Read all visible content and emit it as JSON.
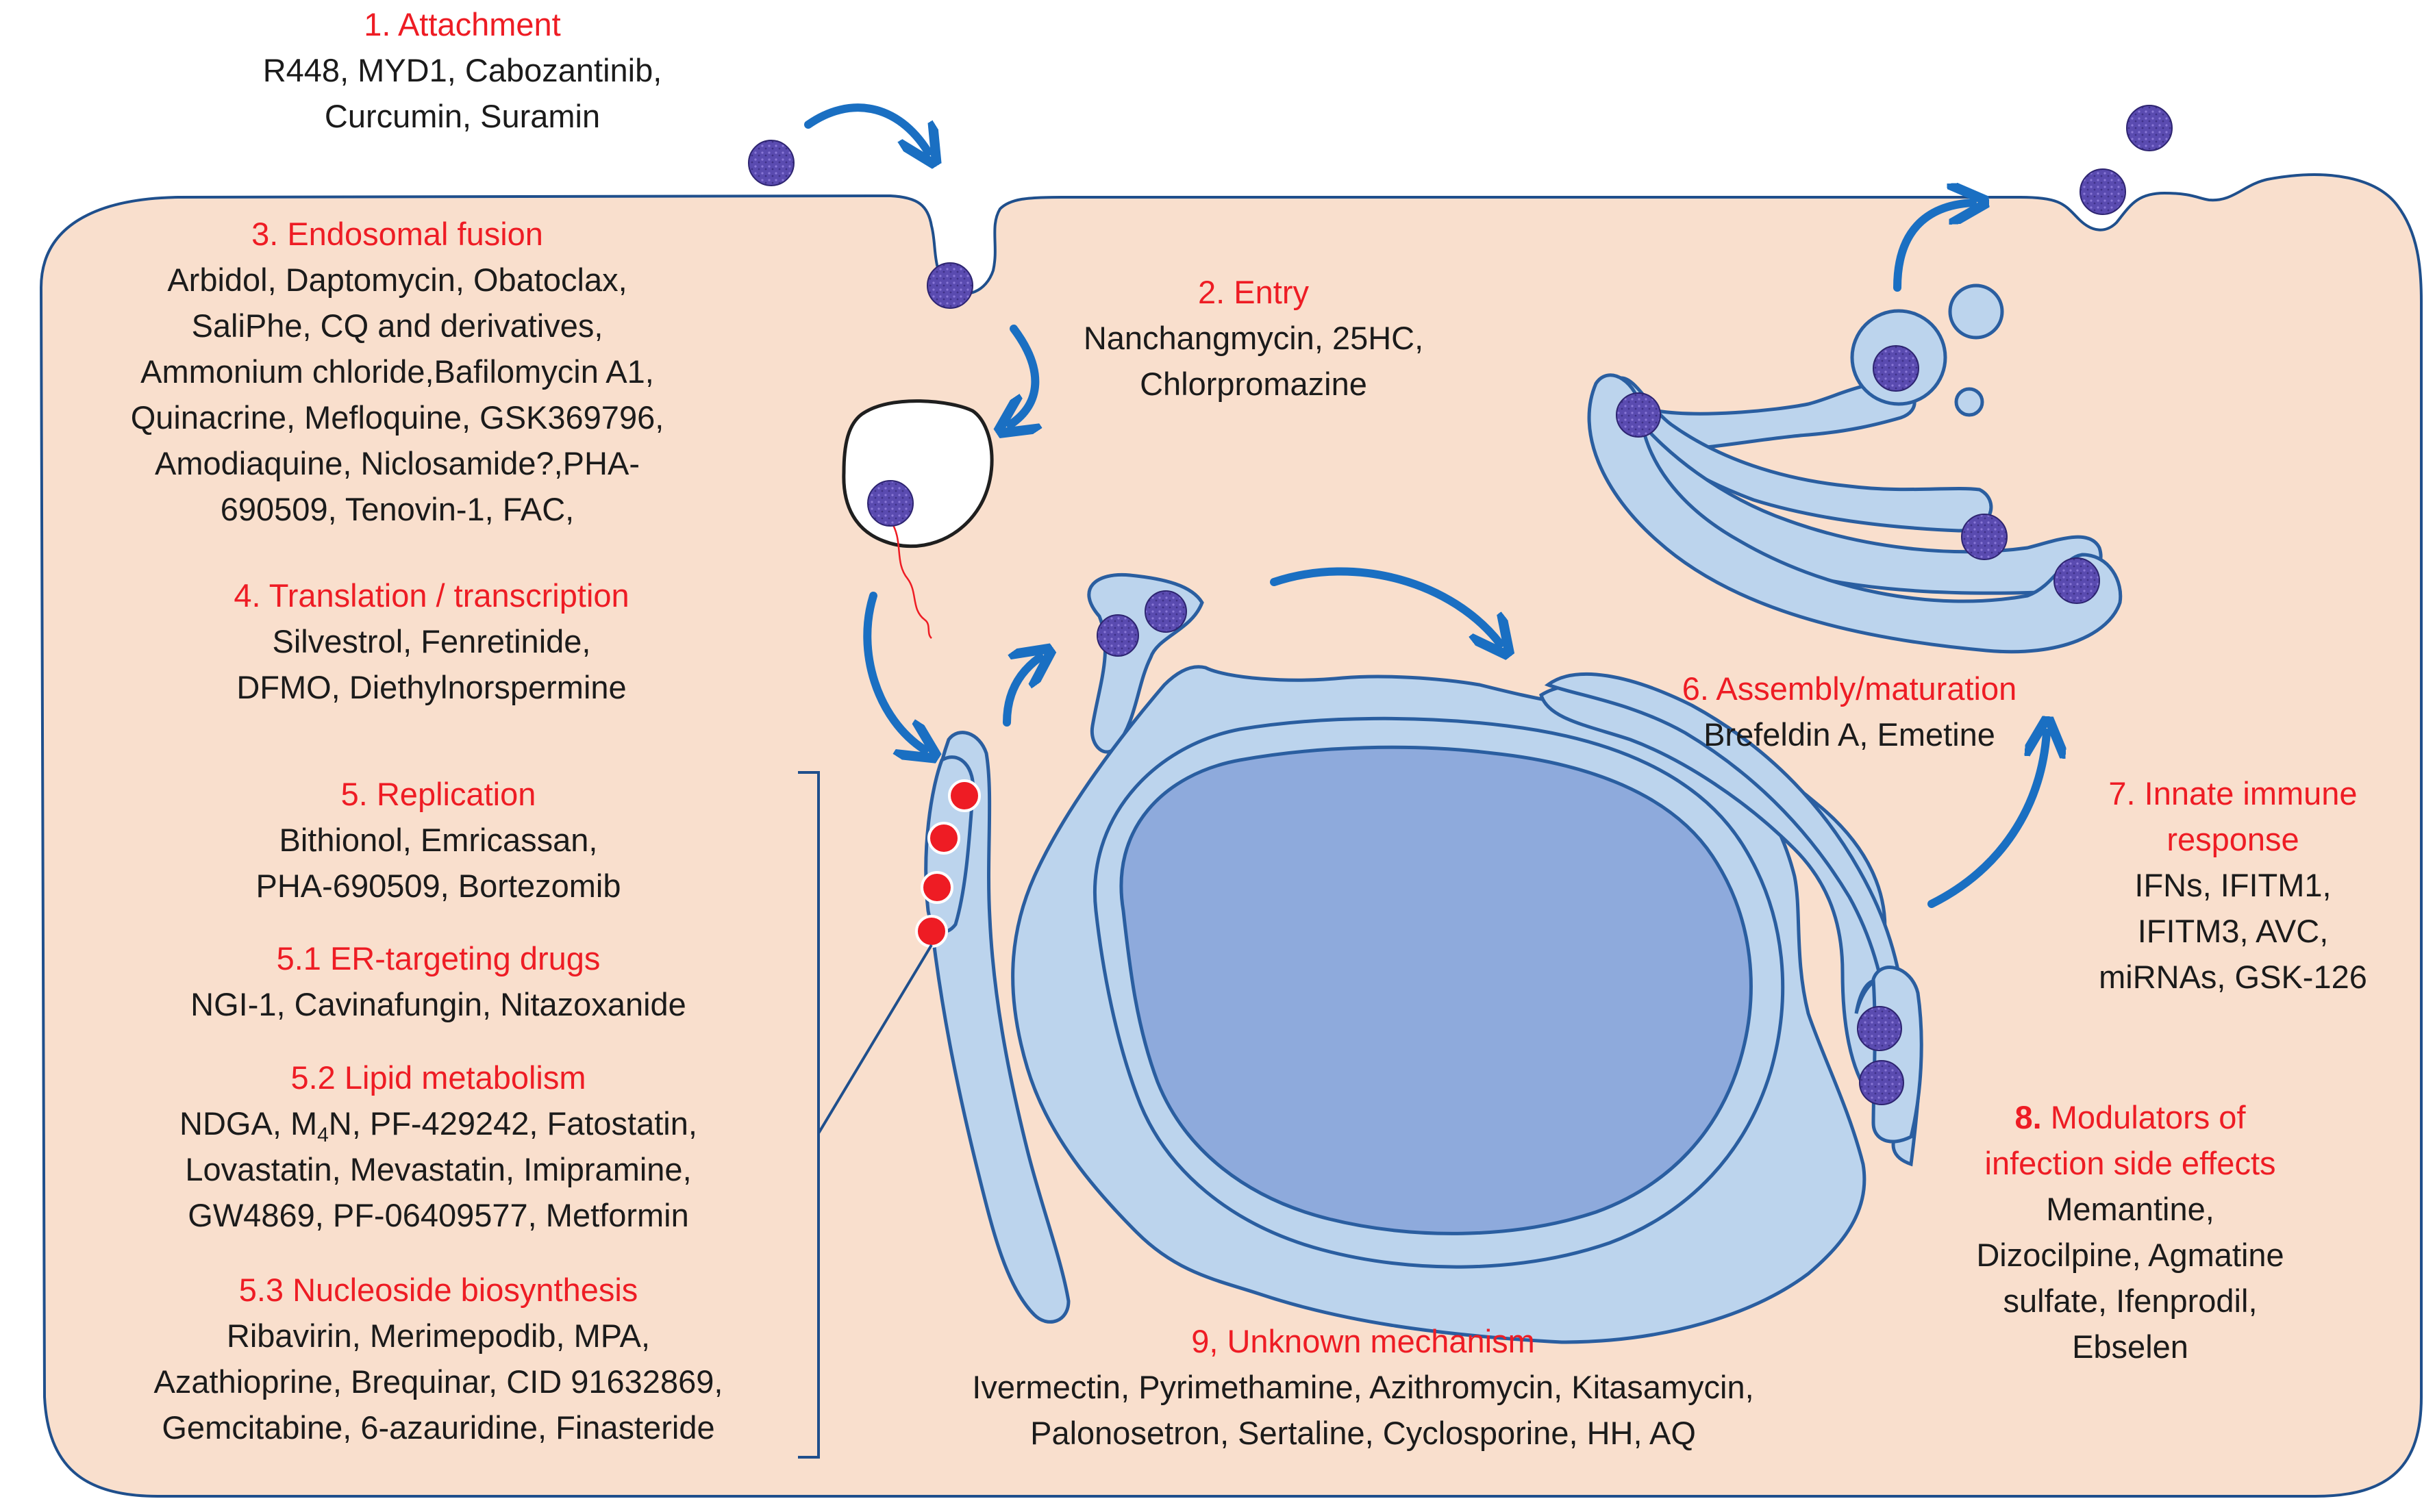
{
  "colors": {
    "cell_fill": "#f9dfcd",
    "cell_outline": "#1f4f8c",
    "organelle_fill": "#bcd4ed",
    "organelle_outline": "#2a5ea0",
    "nucleus_fill": "#8eaadc",
    "virus_fill": "#5a4bb0",
    "arrow": "#1a6fc2",
    "heading_red": "#ee1c24",
    "text": "#1b1b1b"
  },
  "steps": {
    "attachment": {
      "title": "1. Attachment",
      "drugs": [
        "R448, MYD1, Cabozantinib,",
        "Curcumin, Suramin"
      ]
    },
    "entry": {
      "title": "2. Entry",
      "drugs": [
        "Nanchangmycin, 25HC,",
        "Chlorpromazine"
      ]
    },
    "endosomal_fusion": {
      "title": "3. Endosomal fusion",
      "drugs": [
        "Arbidol, Daptomycin, Obatoclax,",
        "SaliPhe, CQ and derivatives,",
        "Ammonium chloride,Bafilomycin A1,",
        "Quinacrine, Mefloquine, GSK369796,",
        "Amodiaquine, Niclosamide?,PHA-",
        "690509, Tenovin-1, FAC,"
      ]
    },
    "translation": {
      "title": "4. Translation / transcription",
      "drugs": [
        "Silvestrol, Fenretinide,",
        "DFMO, Diethylnorspermine"
      ]
    },
    "replication": {
      "title": "5. Replication",
      "drugs": [
        "Bithionol, Emricassan,",
        "PHA-690509, Bortezomib"
      ]
    },
    "er_targeting": {
      "title": "5.1 ER-targeting drugs",
      "drugs": [
        "NGI-1, Cavinafungin, Nitazoxanide"
      ]
    },
    "lipid_metabolism": {
      "title": "5.2 Lipid metabolism",
      "drugs_line1_pre": "NDGA, M",
      "drugs_line1_sub": "4",
      "drugs_line1_post": "N, PF-429242, Fatostatin,",
      "drugs": [
        "Lovastatin, Mevastatin, Imipramine,",
        "GW4869, PF-06409577, Metformin"
      ]
    },
    "nucleoside": {
      "title": "5.3 Nucleoside biosynthesis",
      "drugs": [
        "Ribavirin, Merimepodib, MPA,",
        "Azathioprine, Brequinar, CID 91632869,",
        "Gemcitabine, 6-azauridine, Finasteride"
      ]
    },
    "assembly": {
      "title": "6. Assembly/maturation",
      "drugs": [
        "Brefeldin A, Emetine"
      ]
    },
    "innate_immune": {
      "title_lines": [
        "7. Innate immune",
        "response"
      ],
      "drugs": [
        "IFNs, IFITM1,",
        "IFITM3, AVC,",
        "miRNAs, GSK-126"
      ]
    },
    "modulators": {
      "title_num": "8.",
      "title_rest": " Modulators of",
      "title_line2": "infection side effects",
      "drugs": [
        "Memantine,",
        "Dizocilpine, Agmatine",
        "sulfate, Ifenprodil,",
        "Ebselen"
      ]
    },
    "unknown": {
      "title": "9, Unknown mechanism",
      "drugs": [
        "Ivermectin, Pyrimethamine, Azithromycin, Kitasamycin,",
        "Palonosetron, Sertaline, Cyclosporine, HH, AQ"
      ]
    }
  }
}
